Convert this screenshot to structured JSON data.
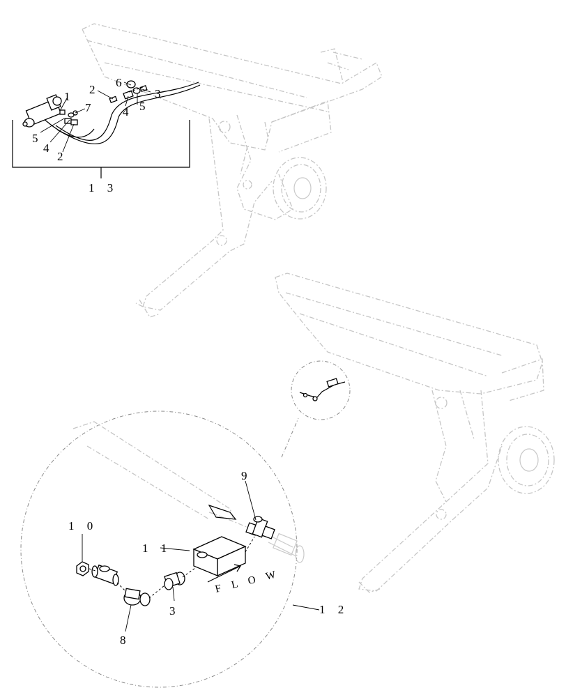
{
  "callouts": {
    "c1": "1",
    "c2a": "2",
    "c2b": "2",
    "c3a": "3",
    "c4a": "4",
    "c4b": "4",
    "c5a": "5",
    "c5b": "5",
    "c6": "6",
    "c7": "7",
    "c13": "1 3",
    "c9": "9",
    "c10": "1 0",
    "c11": "1 1",
    "c3b": "3",
    "c8": "8",
    "c12": "1 2"
  },
  "flow_label": "F L O W"
}
